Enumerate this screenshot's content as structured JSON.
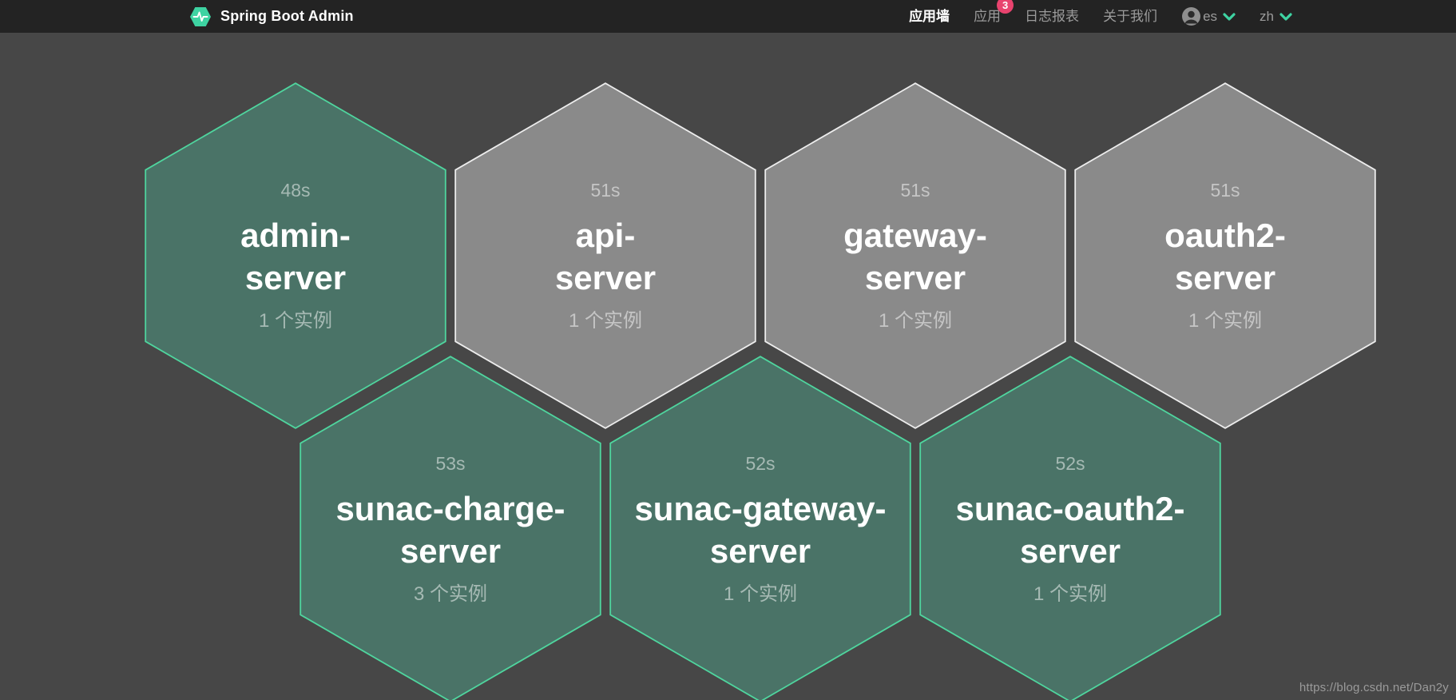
{
  "navbar": {
    "brand": "Spring Boot Admin",
    "items": [
      {
        "id": "wallboard",
        "label": "应用墙",
        "active": true,
        "badge": null
      },
      {
        "id": "applications",
        "label": "应用",
        "active": false,
        "badge": "3"
      },
      {
        "id": "journal",
        "label": "日志报表",
        "active": false,
        "badge": null
      },
      {
        "id": "about",
        "label": "关于我们",
        "active": false,
        "badge": null
      }
    ],
    "user_label": "es",
    "language_label": "zh"
  },
  "wallboard": {
    "applications": [
      {
        "name": "admin-server",
        "uptime": "48s",
        "instances_label": "1 个实例",
        "status": "up"
      },
      {
        "name": "api-server",
        "uptime": "51s",
        "instances_label": "1 个实例",
        "status": "unknown"
      },
      {
        "name": "gateway-server",
        "uptime": "51s",
        "instances_label": "1 个实例",
        "status": "unknown"
      },
      {
        "name": "oauth2-server",
        "uptime": "51s",
        "instances_label": "1 个实例",
        "status": "unknown"
      },
      {
        "name": "sunac-charge-server",
        "uptime": "53s",
        "instances_label": "3 个实例",
        "status": "up"
      },
      {
        "name": "sunac-gateway-server",
        "uptime": "52s",
        "instances_label": "1 个实例",
        "status": "up"
      },
      {
        "name": "sunac-oauth2-server",
        "uptime": "52s",
        "instances_label": "1 个实例",
        "status": "up"
      }
    ]
  },
  "watermark": "https://blog.csdn.net/Dan2y",
  "colors": {
    "navbar_bg": "#232323",
    "board_bg": "#474747",
    "status_up_fill": "#4a7367",
    "status_up_border": "#4fd59e",
    "status_unknown_fill": "#8a8a8a",
    "status_unknown_border": "#ededed",
    "badge_bg": "#e8436e",
    "accent_green": "#3ed3a2"
  }
}
